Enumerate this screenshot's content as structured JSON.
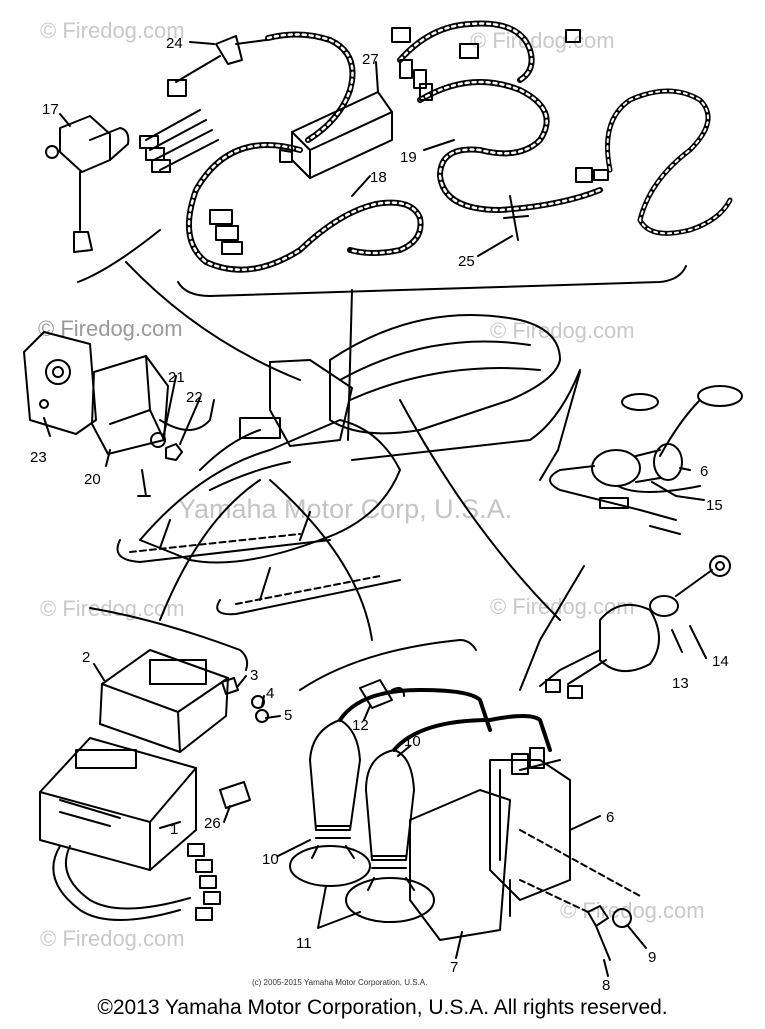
{
  "watermarks": {
    "firedog": "© Firedog.com",
    "yamaha_center": "Yamaha Motor Corp, U.S.A."
  },
  "small_copyright": "(c) 2005-2015 Yamaha Motor Corporation, U.S.A.",
  "copyright": "©2013 Yamaha Motor Corporation, U.S.A. All rights reserved.",
  "callouts": {
    "c1": "1",
    "c2": "2",
    "c3": "3",
    "c4": "4",
    "c5": "5",
    "c6": "6",
    "c6b": "6",
    "c7": "7",
    "c8": "8",
    "c9": "9",
    "c10a": "10",
    "c10b": "10",
    "c11": "11",
    "c12": "12",
    "c13": "13",
    "c14": "14",
    "c15": "15",
    "c17": "17",
    "c18": "18",
    "c19": "19",
    "c20": "20",
    "c21": "21",
    "c22": "22",
    "c23": "23",
    "c24": "24",
    "c25": "25",
    "c26": "26",
    "c27": "27"
  }
}
